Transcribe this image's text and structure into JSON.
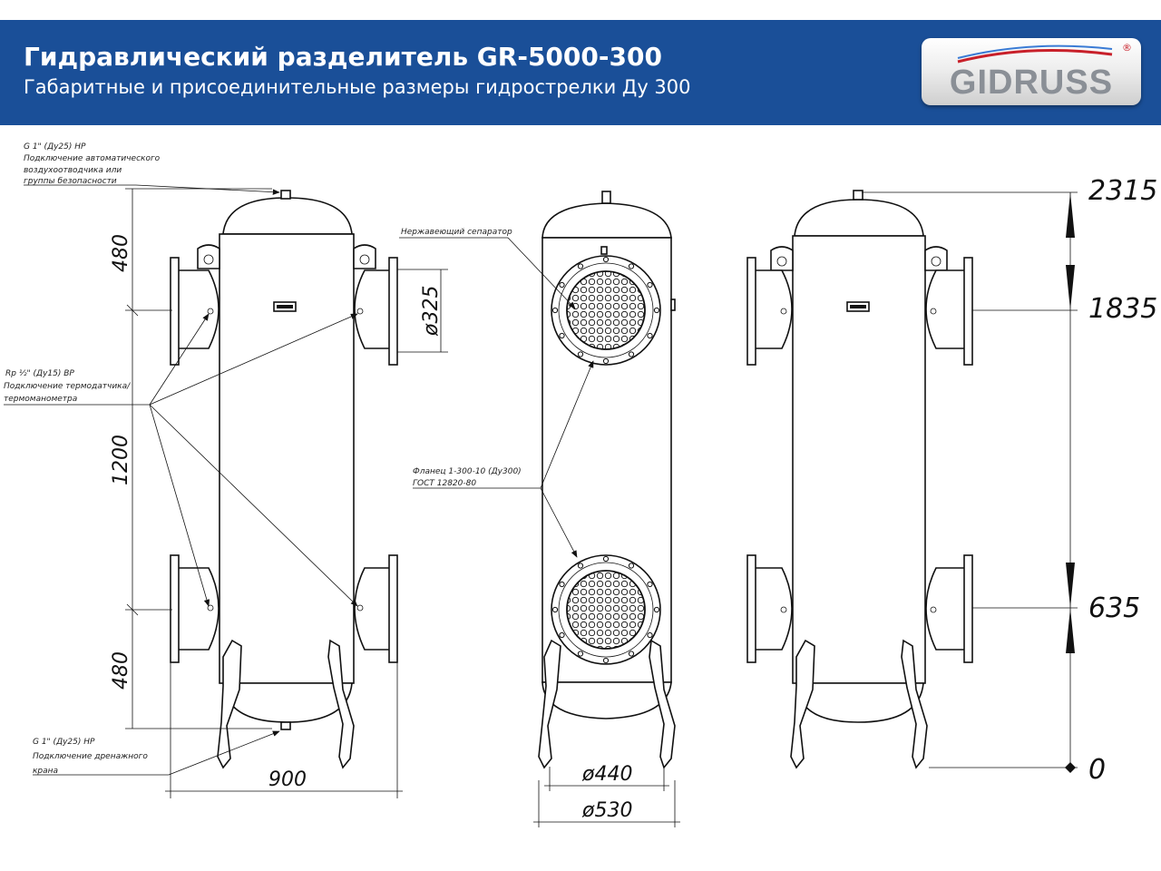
{
  "header": {
    "title": "Гидравлический разделитель GR-5000-300",
    "subtitle": "Габаритные и присоединительные размеры гидрострелки Ду 300",
    "logo_text": "GIDRUSS",
    "logo_mark": "®"
  },
  "colors": {
    "header_bg": "#1a4f98",
    "header_text": "#ffffff",
    "line": "#111111"
  },
  "notes": {
    "air_vent": [
      "G 1\" (Ду25) НР",
      "Подключение автоматического",
      "воздухоотводчика или",
      "группы безопасности"
    ],
    "sensor": [
      "Rp ½\" (Ду15) ВР",
      "Подключение термодатчика/",
      "термоманометра"
    ],
    "drain": [
      "G 1\" (Ду25) НР",
      "Подключение дренажного",
      "крана"
    ],
    "separator": "Нержавеющий сепаратор",
    "flange": [
      "Фланец 1-300-10 (Ду300)",
      "ГОСТ 12820-80"
    ]
  },
  "dimensions": {
    "left_top": "480",
    "left_mid": "1200",
    "left_bottom": "480",
    "nozzle_diameter": "ø325",
    "width_900": "900",
    "flange_inner": "ø440",
    "flange_outer": "ø530",
    "elevations": [
      "2315",
      "1835",
      "635",
      "0"
    ]
  }
}
